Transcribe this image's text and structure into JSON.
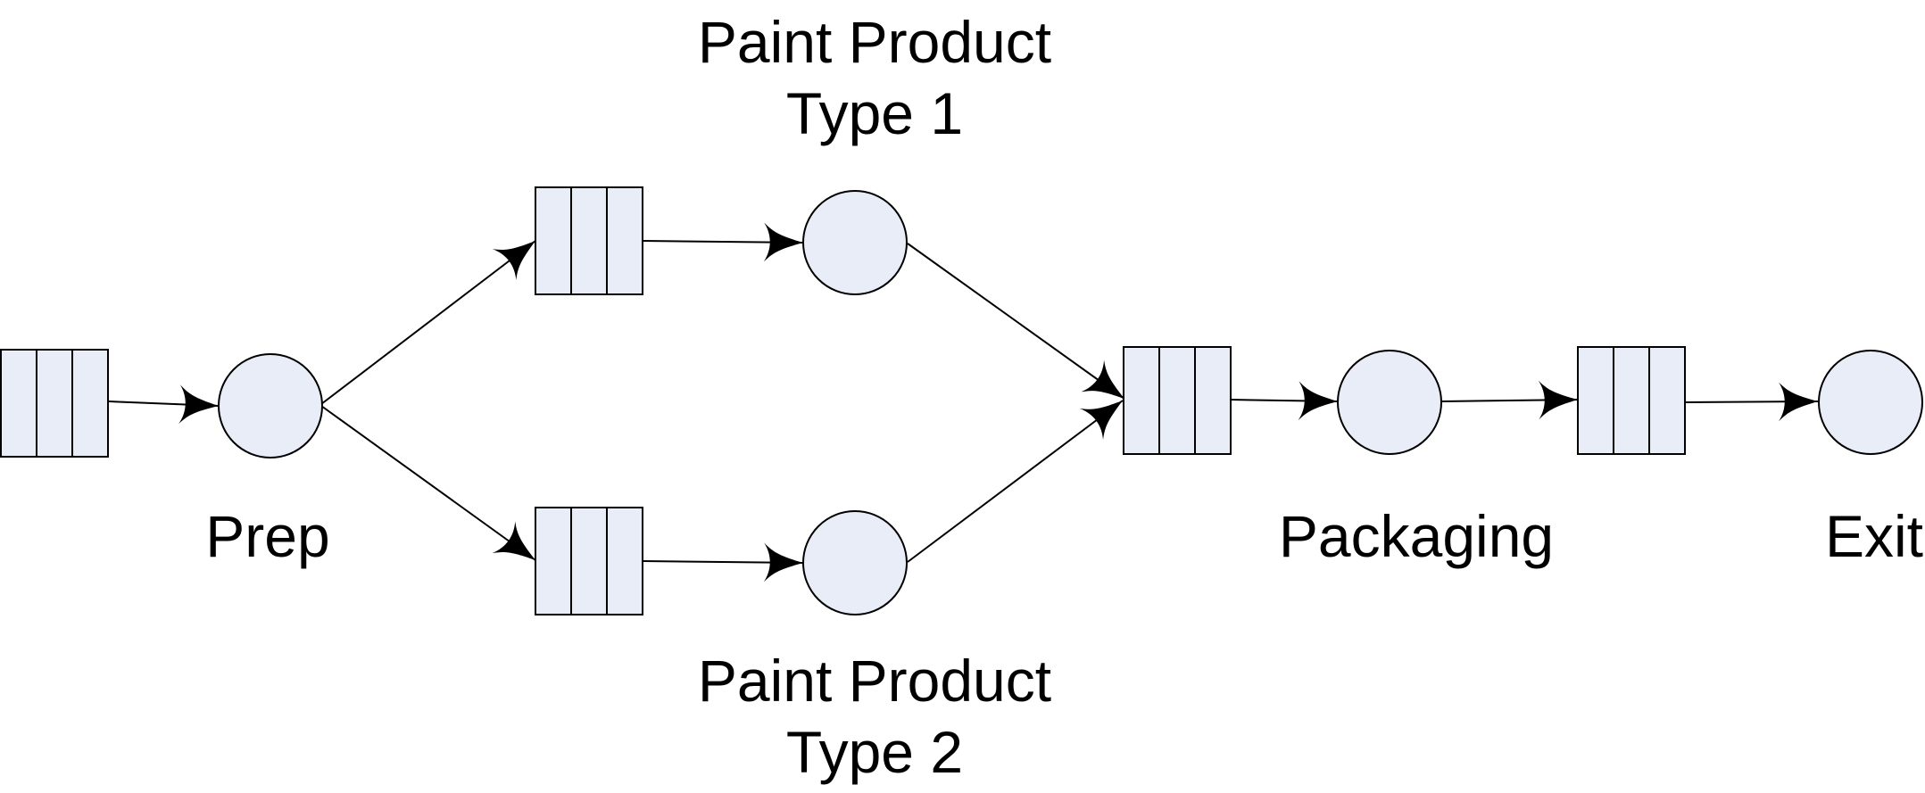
{
  "diagram": {
    "labels": {
      "prep": "Prep",
      "paint1_line1": "Paint Product",
      "paint1_line2": "Type 1",
      "paint2_line1": "Paint Product",
      "paint2_line2": "Type 2",
      "packaging": "Packaging",
      "exit": "Exit"
    },
    "colors": {
      "node_fill": "#e8edf7",
      "stroke": "#000000"
    },
    "nodes": [
      {
        "id": "queue-entry",
        "kind": "queue"
      },
      {
        "id": "server-prep",
        "kind": "server"
      },
      {
        "id": "queue-paint1",
        "kind": "queue"
      },
      {
        "id": "server-paint1",
        "kind": "server"
      },
      {
        "id": "queue-paint2",
        "kind": "queue"
      },
      {
        "id": "server-paint2",
        "kind": "server"
      },
      {
        "id": "queue-packaging",
        "kind": "queue"
      },
      {
        "id": "server-packaging",
        "kind": "server"
      },
      {
        "id": "queue-exit",
        "kind": "queue"
      },
      {
        "id": "server-exit",
        "kind": "server"
      }
    ],
    "edges": [
      {
        "from": "queue-entry",
        "to": "server-prep"
      },
      {
        "from": "server-prep",
        "to": "queue-paint1"
      },
      {
        "from": "server-prep",
        "to": "queue-paint2"
      },
      {
        "from": "queue-paint1",
        "to": "server-paint1"
      },
      {
        "from": "queue-paint2",
        "to": "server-paint2"
      },
      {
        "from": "server-paint1",
        "to": "queue-packaging"
      },
      {
        "from": "server-paint2",
        "to": "queue-packaging"
      },
      {
        "from": "queue-packaging",
        "to": "server-packaging"
      },
      {
        "from": "server-packaging",
        "to": "queue-exit"
      },
      {
        "from": "queue-exit",
        "to": "server-exit"
      }
    ]
  }
}
